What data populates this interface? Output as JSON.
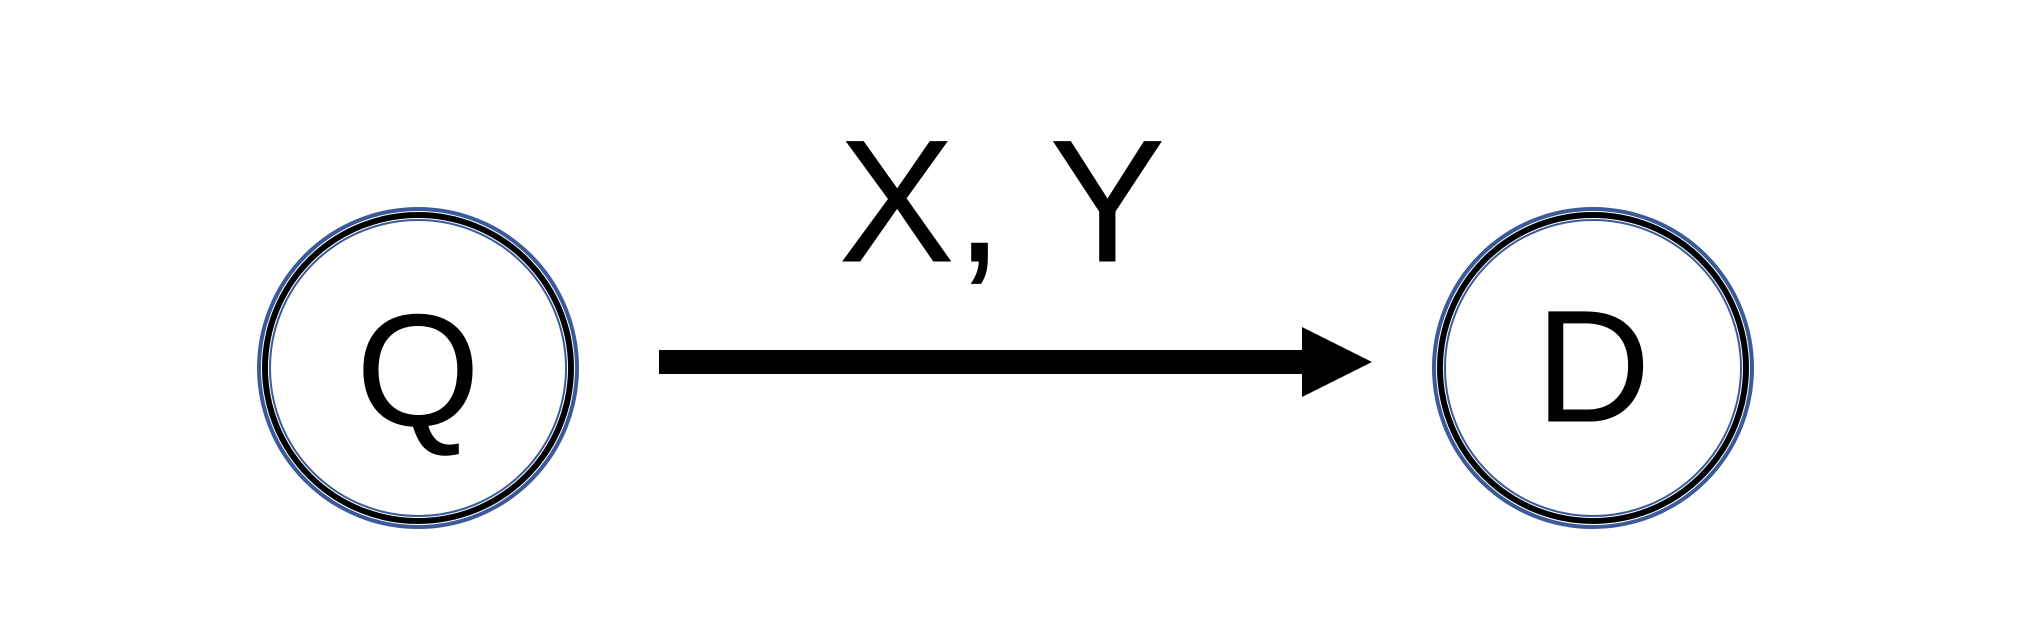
{
  "diagram": {
    "nodes": [
      {
        "id": "Q",
        "label": "Q"
      },
      {
        "id": "D",
        "label": "D"
      }
    ],
    "edges": [
      {
        "from": "Q",
        "to": "D",
        "label": "X, Y",
        "directed": true
      }
    ]
  },
  "colors": {
    "node_stroke_inner": "#000000",
    "node_stroke_outer": "#3a5a9a",
    "node_fill": "#ffffff",
    "arrow": "#000000",
    "text": "#000000",
    "background": "#ffffff"
  }
}
